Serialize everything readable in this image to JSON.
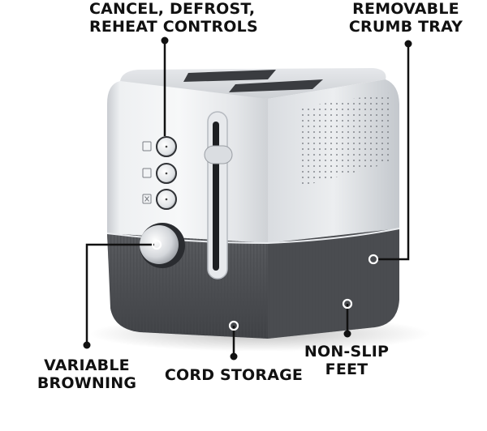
{
  "product": {
    "type": "two-slice toaster",
    "finish": "brushed stainless steel",
    "base_color": "#525457"
  },
  "callouts": {
    "controls": {
      "line1": "CANCEL, DEFROST,",
      "line2": "REHEAT CONTROLS"
    },
    "crumb_tray": {
      "line1": "REMOVABLE",
      "line2": "CRUMB TRAY"
    },
    "browning": {
      "line1": "VARIABLE",
      "line2": "BROWNING"
    },
    "cord": {
      "line1": "CORD STORAGE"
    },
    "feet": {
      "line1": "NON-SLIP",
      "line2": "FEET"
    }
  },
  "colors": {
    "text": "#111111",
    "line": "#111111",
    "steel_light": "#f2f3f5",
    "steel_mid": "#d5d8dc",
    "steel_dark": "#a9adb3",
    "base": "#525457",
    "base_dark": "#3e4043"
  }
}
